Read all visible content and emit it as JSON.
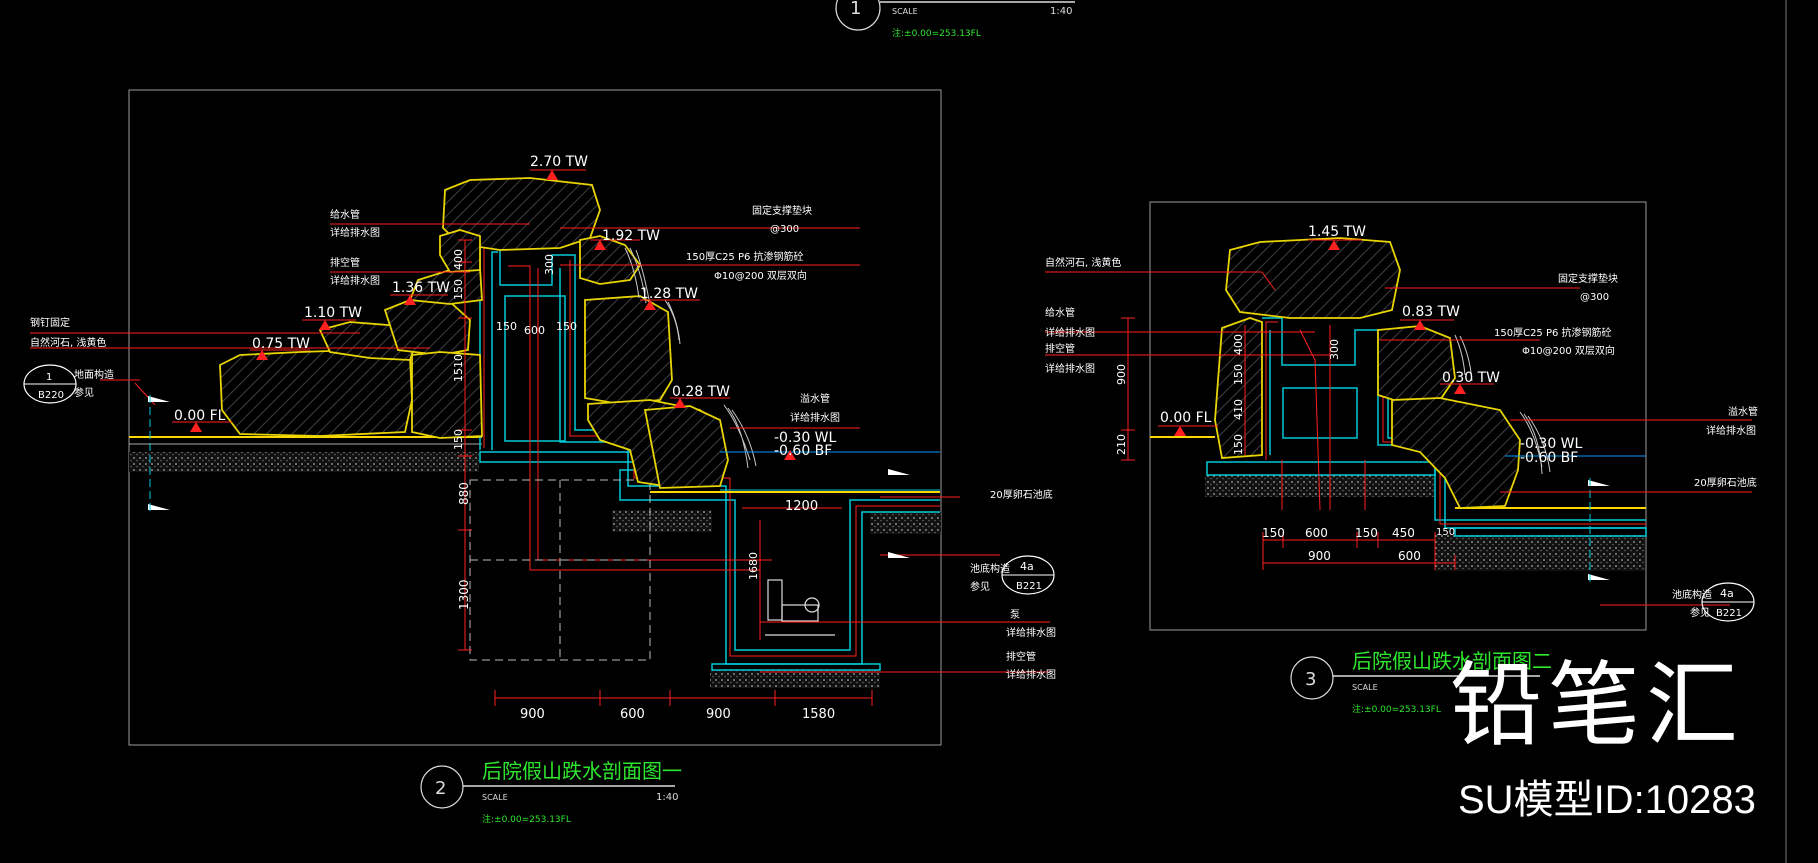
{
  "top_title": {
    "num": "1",
    "scale_word": "SCALE",
    "scale_value": "1:40",
    "elevation_note": "注:±0.00=253.13FL"
  },
  "section2": {
    "title": "后院假山跌水剖面图一",
    "num": "2",
    "scale_word": "SCALE",
    "scale_value": "1:40",
    "elevation_note": "注:±0.00=253.13FL",
    "levels": {
      "top": "2.70 TW",
      "l192": "1.92 TW",
      "l136": "1.36 TW",
      "l128": "1.28 TW",
      "l110": "1.10 TW",
      "l075": "0.75 TW",
      "l028": "0.28 TW",
      "fl": "0.00 FL",
      "wl": "-0.30 WL",
      "bf": "-0.60 BF"
    },
    "notes": {
      "supply_pipe": "给水管",
      "supply_ref": "详给排水图",
      "vent_pipe": "排空管",
      "vent_ref": "详给排水图",
      "rebar_fix": "钢钉固定",
      "stone": "自然河石, 浅黄色",
      "ground_ref": "地面构造",
      "see": "参见",
      "support": "固定支撑垫块",
      "support_spacing": "@300",
      "concrete": "150厚C25 P6 抗渗钢筋砼",
      "rebar": "Φ10@200 双层双向",
      "overflow": "溢水管",
      "overflow_ref": "详给排水图",
      "pebble": "20厚卵石池底",
      "pool_base": "池底构造",
      "pool_see": "参见",
      "pump": "泵",
      "pump_ref": "详给排水图",
      "drain": "排空管",
      "drain_ref": "详给排水图"
    },
    "tag_ground": {
      "top": "1",
      "bottom": "B220"
    },
    "tag_pool": {
      "top": "4a",
      "bottom": "B221"
    },
    "dims_bottom": [
      "900",
      "600",
      "900",
      "1580"
    ],
    "dims_vertical": [
      "150",
      "400",
      "1510",
      "150",
      "880",
      "1300"
    ],
    "dims_inner": [
      "150",
      "600",
      "150",
      "300",
      "1200",
      "1680"
    ]
  },
  "section3": {
    "title": "后院假山跌水剖面图二",
    "num": "3",
    "scale_word": "SCALE",
    "elevation_note": "注:±0.00=253.13FL",
    "levels": {
      "top": "1.45 TW",
      "l083": "0.83 TW",
      "l030": "0.30 TW",
      "fl": "0.00 FL",
      "wl": "-0.30 WL",
      "bf": "-0.60 BF"
    },
    "notes": {
      "stone": "自然河石, 浅黄色",
      "support": "固定支撑垫块",
      "support_spacing": "@300",
      "supply_pipe": "给水管",
      "supply_ref": "详给排水图",
      "vent_pipe": "排空管",
      "vent_ref": "详给排水图",
      "concrete": "150厚C25 P6 抗渗钢筋砼",
      "rebar": "Φ10@200 双层双向",
      "overflow": "溢水管",
      "overflow_ref": "详给排水图",
      "pebble": "20厚卵石池底",
      "pool_base": "池底构造",
      "pool_see": "参见"
    },
    "tag_pool": {
      "top": "4a",
      "bottom": "B221"
    },
    "dims_bottom_row1": [
      "150",
      "600",
      "150",
      "450"
    ],
    "dims_bottom_row2": [
      "900",
      "600"
    ],
    "dims_vertical": [
      "900",
      "210",
      "400",
      "150",
      "410",
      "150"
    ],
    "dims_inner": [
      "300",
      "150"
    ]
  },
  "branding": {
    "logo_text": "铅笔汇",
    "model_id": "SU模型ID:10283"
  }
}
